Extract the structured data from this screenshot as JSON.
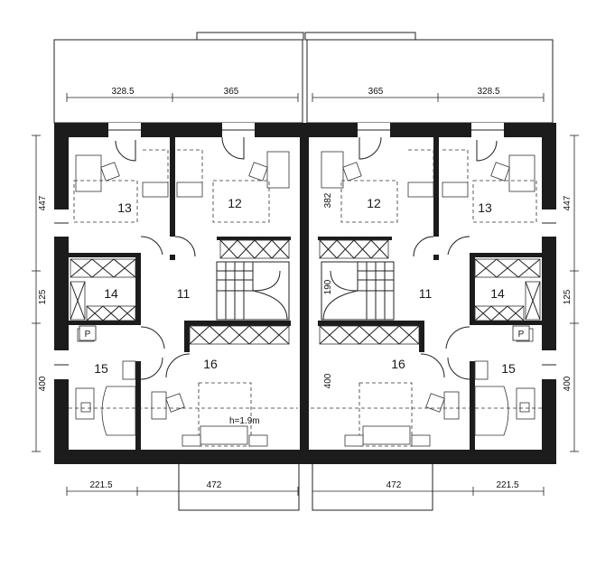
{
  "rooms": {
    "left": {
      "r11": "11",
      "r12": "12",
      "r13": "13",
      "r14": "14",
      "r15": "15",
      "r16": "16",
      "p": "P"
    },
    "right": {
      "r11": "11",
      "r12": "12",
      "r13": "13",
      "r14": "14",
      "r15": "15",
      "r16": "16",
      "p": "P"
    }
  },
  "dimensions": {
    "top_left_a": "328.5",
    "top_left_b": "365",
    "top_right_a": "365",
    "top_right_b": "328.5",
    "left_447": "447",
    "left_125": "125",
    "left_400": "400",
    "right_447": "447",
    "right_125": "125",
    "right_400": "400",
    "inner_382": "382",
    "inner_190": "190",
    "inner_400": "400",
    "bottom_left_a": "221.5",
    "bottom_left_b": "472",
    "bottom_right_a": "472",
    "bottom_right_b": "221.5"
  },
  "notes": {
    "height": "h=1.9m"
  }
}
